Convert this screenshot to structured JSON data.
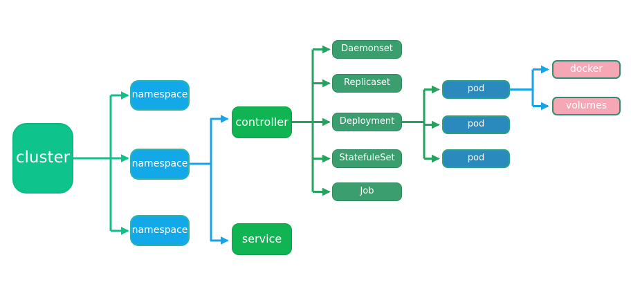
{
  "diagram": {
    "type": "flowchart",
    "direction": "left-to-right",
    "background": "#ffffff",
    "nodes": {
      "cluster": "cluster",
      "namespaces": [
        "namespace",
        "namespace",
        "namespace"
      ],
      "controller": "controller",
      "service": "service",
      "workloads": [
        "Daemonset",
        "Replicaset",
        "Deployment",
        "StatefuleSet",
        "Job"
      ],
      "pods": [
        "pod",
        "pod",
        "pod"
      ],
      "pod_children": [
        "docker",
        "volumes"
      ]
    },
    "edges": [
      {
        "from": "cluster",
        "to": "namespace (top)",
        "color": "emerald"
      },
      {
        "from": "cluster",
        "to": "namespace (middle)",
        "color": "emerald"
      },
      {
        "from": "cluster",
        "to": "namespace (bottom)",
        "color": "emerald"
      },
      {
        "from": "namespace (middle)",
        "to": "controller",
        "color": "blue"
      },
      {
        "from": "namespace (middle)",
        "to": "service",
        "color": "blue"
      },
      {
        "from": "controller",
        "to": "Daemonset",
        "color": "green"
      },
      {
        "from": "controller",
        "to": "Replicaset",
        "color": "green"
      },
      {
        "from": "controller",
        "to": "Deployment",
        "color": "green"
      },
      {
        "from": "controller",
        "to": "StatefuleSet",
        "color": "green"
      },
      {
        "from": "controller",
        "to": "Job",
        "color": "green"
      },
      {
        "from": "Deployment",
        "to": "pod (top)",
        "color": "green"
      },
      {
        "from": "Deployment",
        "to": "pod (middle)",
        "color": "green"
      },
      {
        "from": "Deployment",
        "to": "pod (bottom)",
        "color": "green"
      },
      {
        "from": "pod (top)",
        "to": "docker",
        "color": "blue"
      },
      {
        "from": "pod (top)",
        "to": "volumes",
        "color": "blue"
      }
    ],
    "colors": {
      "cluster_fill": "#0fc48c",
      "namespace_fill": "#13a9e9",
      "namespace_border": "#29b6ac",
      "controller_service_fill": "#10b452",
      "workload_fill": "#3b9e6e",
      "pod_fill": "#2b8abd",
      "pod_border": "#2aa480",
      "pink_fill": "#f6a7b6",
      "pink_border": "#2f8d74",
      "connector_emerald": "#10c08a",
      "connector_blue": "#18a3e4",
      "connector_green": "#27a160",
      "label_text": "#ffffff"
    }
  }
}
